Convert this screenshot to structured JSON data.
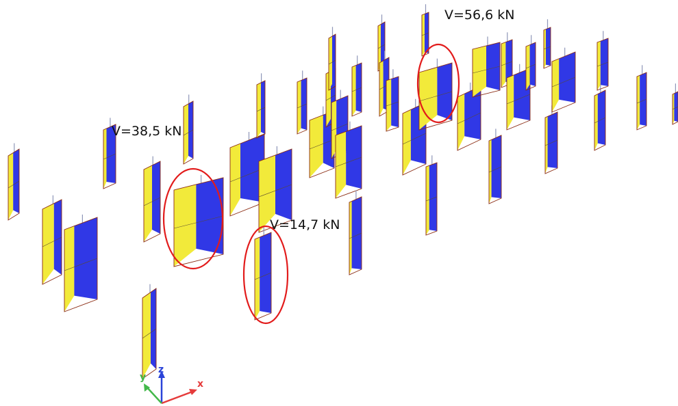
{
  "annotations": {
    "label_1": "V=38,5 kN",
    "label_2": "V=14,7 kN",
    "label_3": "V=56,6 kN"
  },
  "colors": {
    "yellow": "#f2ea3a",
    "blue": "#3038e6",
    "edge": "#8a2b12",
    "circle": "#e21b1b",
    "stem": "#8e96b8",
    "axis_x": "#e53b3b",
    "axis_y": "#43b84a",
    "axis_z": "#2a43d8"
  },
  "axis_triad": {
    "x_label": "x",
    "y_label": "y",
    "z_label": "z"
  }
}
